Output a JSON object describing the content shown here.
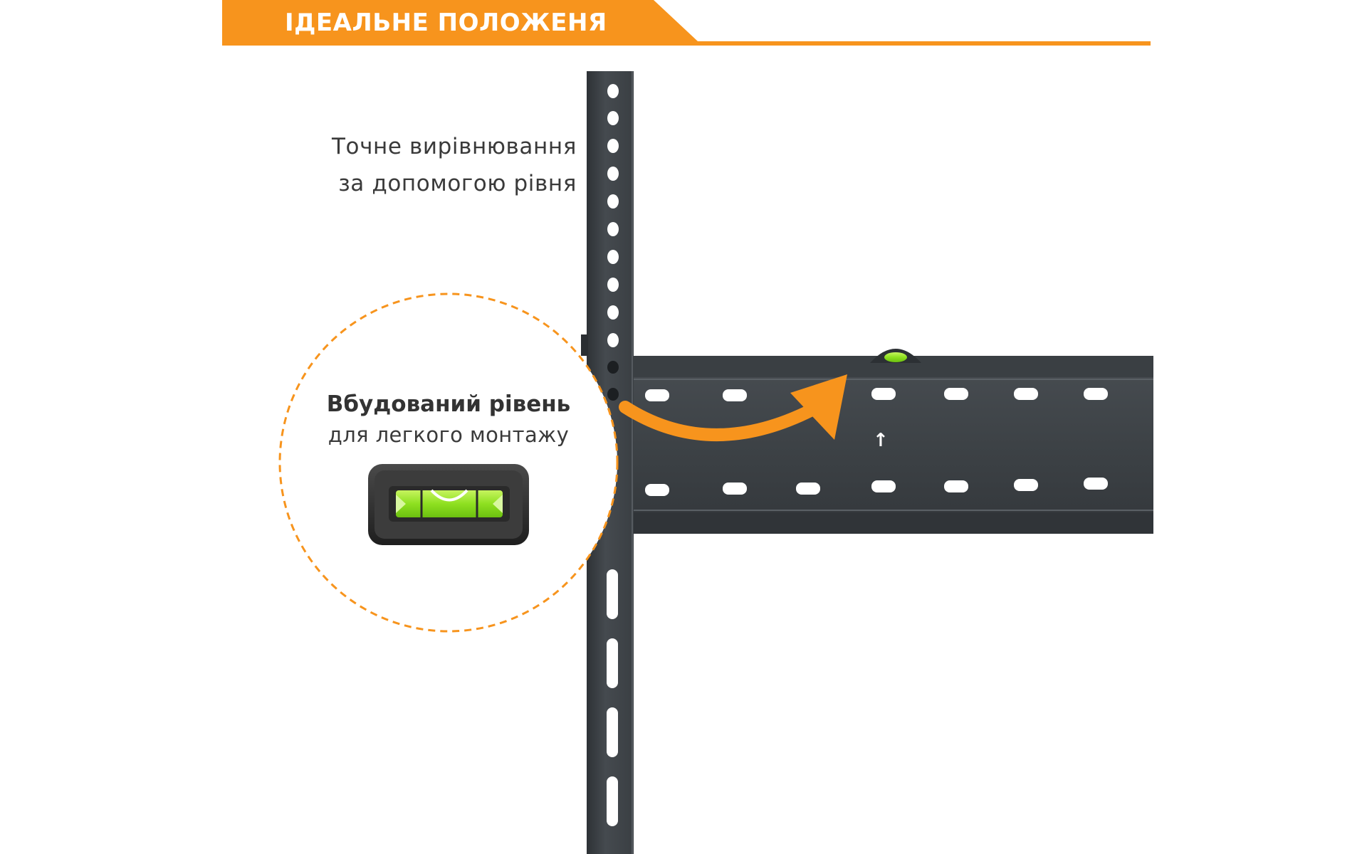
{
  "banner": {
    "title": "ІДЕАЛЬНЕ ПОЛОЖЕНЯ",
    "accent_color": "#f7941d"
  },
  "caption": {
    "line1": "Точне вирівнювання",
    "line2": "за допомогою рівня"
  },
  "callout": {
    "title": "Вбудований рівень",
    "subtitle": "для легкого монтажу",
    "border_color": "#f7941d"
  },
  "bracket": {
    "color": "#3d4246",
    "arrow_symbol": "↑"
  },
  "level": {
    "bubble_color": "#8ee020"
  },
  "pointer_arrow": {
    "color": "#f7941d"
  }
}
